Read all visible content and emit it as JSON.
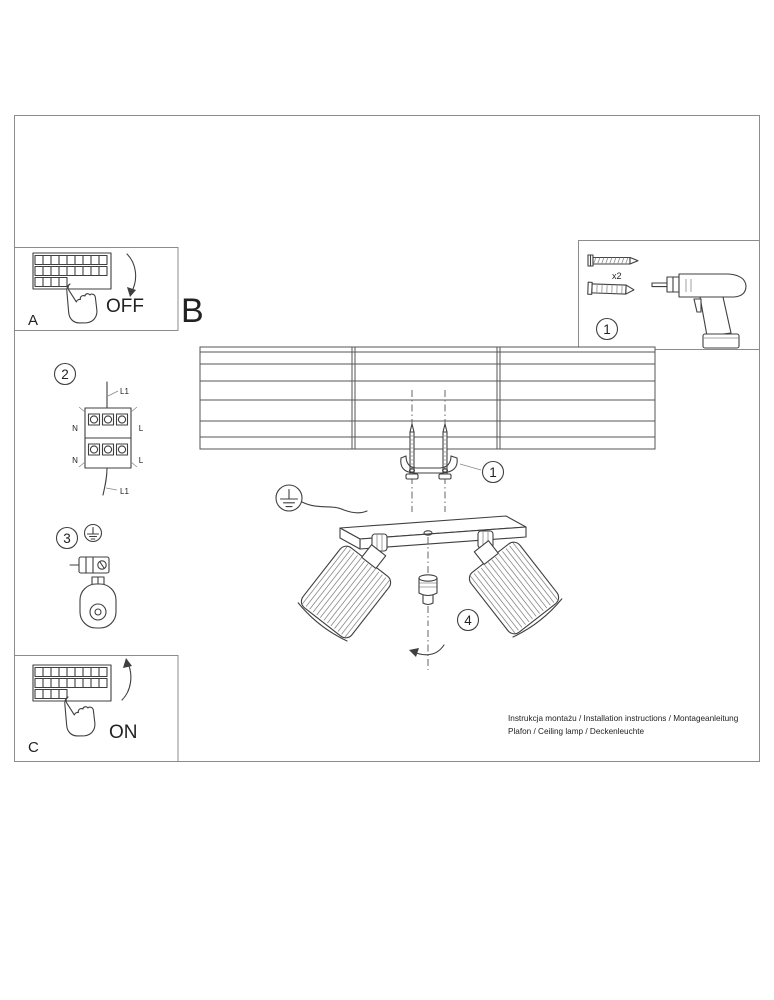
{
  "labels": {
    "panel_a": "A",
    "panel_b": "B",
    "panel_c": "C",
    "power_off": "OFF",
    "power_on": "ON",
    "screw_qty": "x2"
  },
  "steps": {
    "one": "1",
    "two": "2",
    "three": "3",
    "four": "4"
  },
  "wiring": {
    "l1_top": "L1",
    "n_top": "N",
    "l_top": "L",
    "n_bottom": "N",
    "l_bottom": "L",
    "l1_bottom": "L1"
  },
  "footer": {
    "line1": "Instrukcja montażu / Installation instructions / Montageanleitung",
    "line2": "Plafon / Ceiling lamp / Deckenleuchte"
  },
  "colors": {
    "ink": "#3f3f3f",
    "border": "#8c8c8c",
    "paper": "#ffffff"
  }
}
